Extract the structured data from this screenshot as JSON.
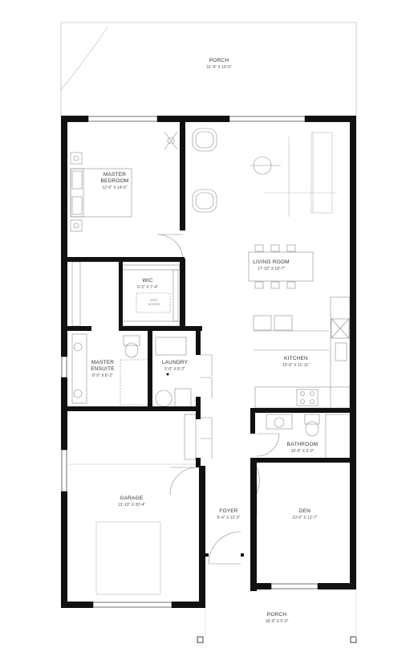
{
  "rooms": {
    "porch_top": {
      "name": "PORCH",
      "dims": "31'-4\" X 10'-0\""
    },
    "master_bedroom": {
      "name": "MASTER BEDROOM",
      "name_line1": "MASTER",
      "name_line2": "BEDROOM",
      "dims": "12'-0\" X 14'-5\""
    },
    "wic": {
      "name": "WIC",
      "dims": "6'-2\" X 7'-4\""
    },
    "attic_access": {
      "line1": "ATTIC",
      "line2": "ACCESS"
    },
    "living_room": {
      "name": "LIVING ROOM",
      "dims": "17'-10\" X 18'-7\""
    },
    "kitchen": {
      "name": "KITCHEN",
      "dims": "15'-6\" X 11'-11\""
    },
    "master_ensuite": {
      "name": "MASTER ENSUITE",
      "name_line1": "MASTER",
      "name_line2": "ENSUITE",
      "dims": "8'-5\" X 8'-2\""
    },
    "laundry": {
      "name": "LAUNDRY",
      "dims": "5'-0\" X 8'-2\""
    },
    "bathroom": {
      "name": "BATHROOM",
      "dims": "10'-0\" X 5'-0\""
    },
    "garage": {
      "name": "GARAGE",
      "dims": "13'-10\" X 20'-4\""
    },
    "foyer": {
      "name": "FOYER",
      "dims": "5'-4\" X 12'-0\""
    },
    "den": {
      "name": "DEN",
      "dims": "10'-0\" X 12'-7\""
    },
    "porch_bottom": {
      "name": "PORCH",
      "dims": "18'-0\" X 5'-0\""
    }
  },
  "colors": {
    "wall": "#111111",
    "fixture": "#8a8a8a",
    "light": "#c8c8c8"
  }
}
